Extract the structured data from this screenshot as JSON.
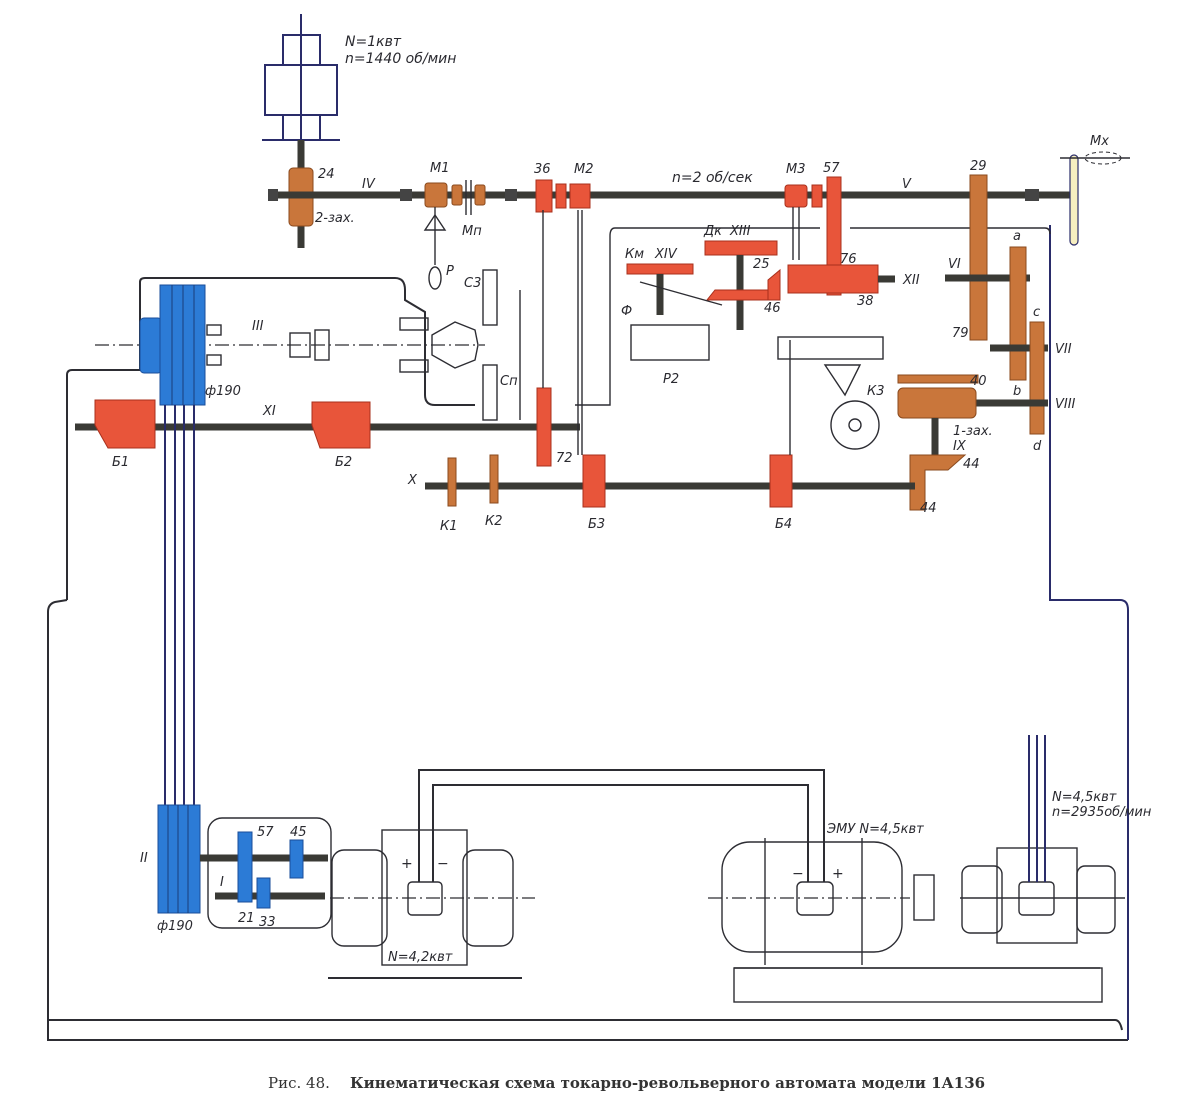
{
  "figure": {
    "caption_prefix": "Рис. 48.",
    "caption_title": "Кинематическая схема токарно-револьверного автомата модели 1А136"
  },
  "colors": {
    "red_gear": "#e8553a",
    "brown_gear": "#c9763b",
    "blue_pulley": "#2c7bd6",
    "line": "#2d2d33",
    "navy": "#2a2c6a"
  },
  "motors": {
    "aux_power": "N=1квт",
    "aux_speed": "n=1440 об/мин",
    "main_power": "N=4,2квт",
    "emu_label": "ЭМУ N=4,5квт",
    "drive_power": "N=4,5квт",
    "drive_speed": "n=2935об/мин"
  },
  "shafts": [
    "I",
    "II",
    "III",
    "IV",
    "V",
    "VI",
    "VII",
    "VIII",
    "IX",
    "X",
    "XI",
    "XII",
    "XIII",
    "XIV"
  ],
  "labels": {
    "worm_24": "24",
    "worm_2start": "2-зах.",
    "clutch_m1": "M1",
    "clutch_mp": "Mп",
    "gear_36": "36",
    "clutch_m2": "M2",
    "speed_v": "n=2 об/сек",
    "clutch_m3": "M3",
    "gear_57_top": "57",
    "mx": "Mx",
    "gear_29": "29",
    "gear_a": "a",
    "gear_b": "b",
    "gear_c": "c",
    "gear_d": "d",
    "gear_79": "79",
    "gear_76": "76",
    "gear_38": "38",
    "gear_25": "25",
    "gear_46": "46",
    "dk": "Дк",
    "km": "Км",
    "f": "Ф",
    "p": "P",
    "p2": "P2",
    "c3": "С3",
    "cp": "Сп",
    "k1": "К1",
    "k2": "К2",
    "k3": "К3",
    "b1": "Б1",
    "b2": "Б2",
    "b3": "Б3",
    "b4": "Б4",
    "gear_72": "72",
    "gear_40": "40",
    "worm_1start": "1-зах.",
    "gear_44a": "44",
    "gear_44b": "44",
    "phi190_top": "ф190",
    "phi190_bottom": "ф190",
    "gear_57_bottom": "57",
    "gear_45": "45",
    "gear_21": "21",
    "gear_33": "33",
    "plus": "+",
    "minus": "−"
  }
}
